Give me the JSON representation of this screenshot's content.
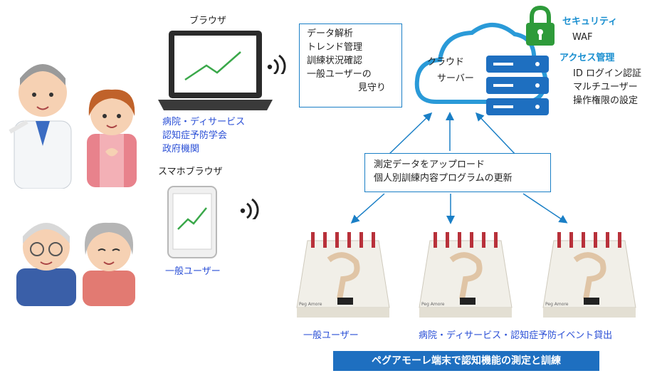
{
  "browser": {
    "label": "ブラウザ"
  },
  "pc_users": {
    "lines": [
      "病院・ディサービス",
      "認知症予防学会",
      "政府機関"
    ]
  },
  "smartphone": {
    "label": "スマホブラウザ"
  },
  "phone_user": {
    "label": "一般ユーザー"
  },
  "features": {
    "lines": [
      "データ解析",
      "トレンド管理",
      "訓練状況確認",
      "一般ユーザーの",
      "見守り"
    ]
  },
  "cloud": {
    "line1": "クラウド",
    "line2": "サーバー"
  },
  "security": {
    "title": "セキュリティ",
    "items": [
      "WAF"
    ]
  },
  "access": {
    "title": "アクセス管理",
    "items": [
      "ID ログイン認証",
      "マルチユーザー",
      "操作権限の設定"
    ]
  },
  "upload": {
    "lines": [
      "測定データをアップロード",
      "個人別訓練内容プログラムの更新"
    ]
  },
  "devices": {
    "brand": "Peg Amore",
    "left_label": "一般ユーザー",
    "right_label": "病院・ディサービス・認知症予防イベント貸出"
  },
  "banner": {
    "text": "ペグアモーレ端末で認知機能の測定と訓練"
  },
  "colors": {
    "accent": "#1a7fc6",
    "banner": "#1e6fc0",
    "label_blue": "#2a4fd6",
    "lock_green": "#2e9b3a"
  }
}
